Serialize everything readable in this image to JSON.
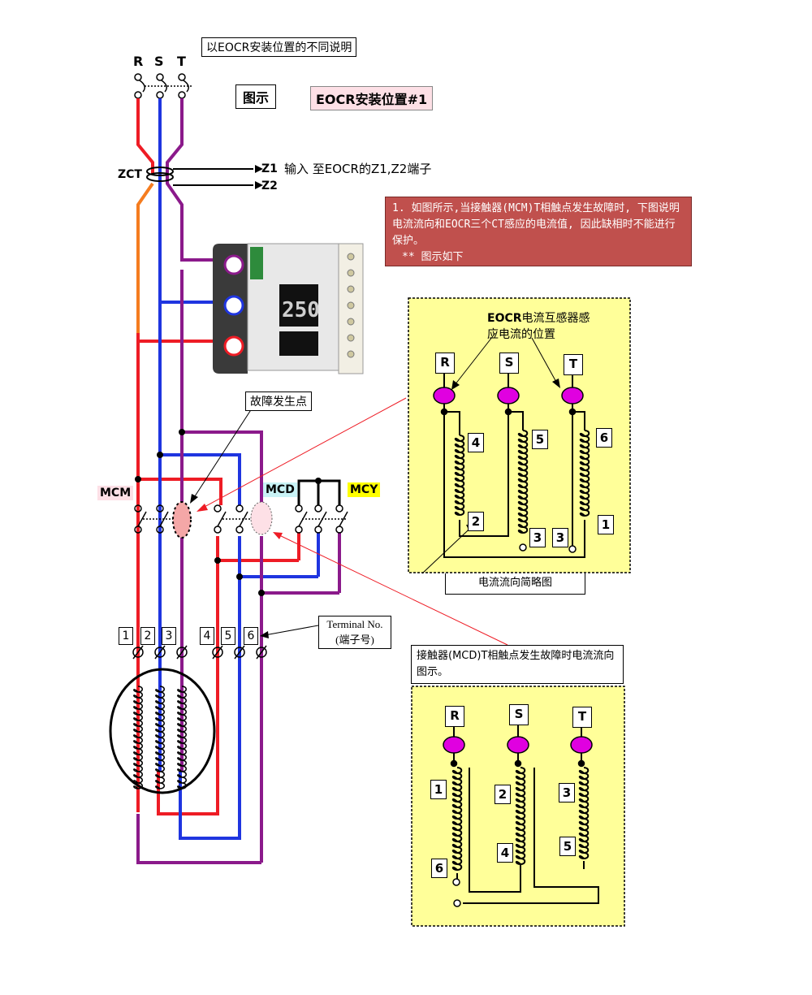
{
  "header": {
    "title": "以EOCR安装位置的不同说明",
    "figure_label": "图示",
    "position_label": "EOCR安装位置#1"
  },
  "phases": {
    "r": "R",
    "s": "S",
    "t": "T"
  },
  "zct": {
    "label": "ZCT",
    "z1": "Z1",
    "z2": "Z2",
    "desc": "输入 至EOCR的Z1,Z2端子"
  },
  "note": {
    "line1": "1. 如图所示,当接触器(MCM)T相触点发生故障时, 下图说明电流流向和EOCR三个CT感应的电流值, 因此缺相时不能进行保护。",
    "line2": "** 图示如下"
  },
  "contactors": {
    "mcm": "MCM",
    "mcd": "MCD",
    "mcy": "MCY"
  },
  "fault_point": "故障发生点",
  "terminal_label": {
    "en": "Terminal No.",
    "cn": "(端子号)"
  },
  "terminals": [
    "1",
    "2",
    "3",
    "4",
    "5",
    "6"
  ],
  "eocr_ct_note": {
    "bold": "EOCR",
    "rest": "电流互感器感应电流的位置"
  },
  "flow_caption": "电流流向简略图",
  "mcd_note": "接触器(MCD)T相触点发生故障时电流流向图示。",
  "diagram1": {
    "phases": [
      "R",
      "S",
      "T"
    ],
    "coil_nums_top": [
      "4",
      "5",
      "6"
    ],
    "coil_nums_bottom": [
      "2",
      "3",
      "3",
      "1"
    ]
  },
  "diagram2": {
    "phases": [
      "R",
      "S",
      "T"
    ],
    "coil_nums_top": [
      "1",
      "2",
      "3"
    ],
    "coil_nums_bottom": [
      "6",
      "4",
      "5"
    ]
  },
  "colors": {
    "r_phase": "#ee1c25",
    "s_phase": "#1f35e0",
    "t_phase": "#8b1a8b",
    "ct_magenta": "#e000e0",
    "yellow_panel": "#ffff99",
    "note_red": "#c0504d"
  }
}
